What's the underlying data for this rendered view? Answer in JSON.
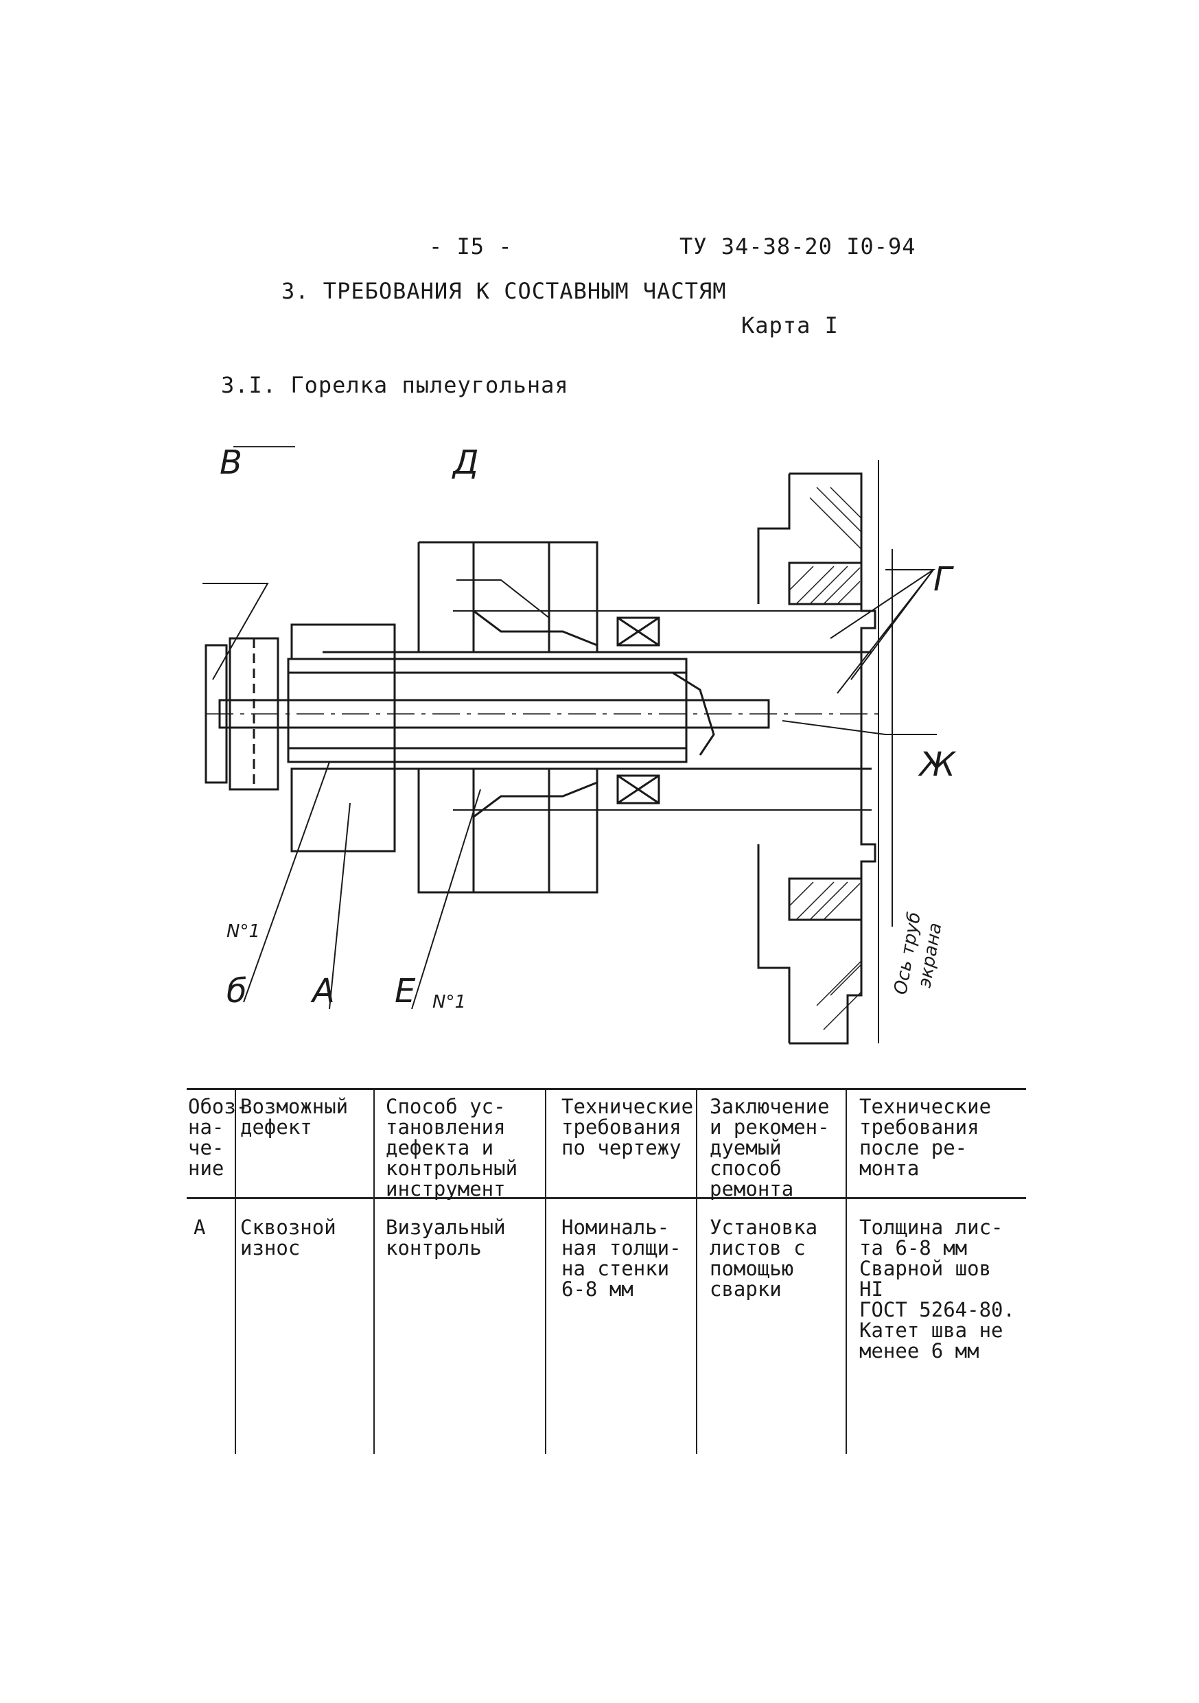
{
  "header": {
    "page_number": "- I5 -",
    "doc_code": "ТУ 34-38-20 І0-94",
    "section_title": "3. ТРЕБОВАНИЯ К СОСТАВНЫМ ЧАСТЯМ",
    "card": "Карта І",
    "subsection": "3.I. Горелка пылеугольная"
  },
  "drawing": {
    "labels": {
      "V": "В",
      "D": "Д",
      "G": "Г",
      "Zh": "Ж",
      "B": "б",
      "A": "А",
      "E": "Е",
      "no1a": "N°1",
      "no1b": "N°1",
      "axis": "Ось труб",
      "axis2": "экрана"
    }
  },
  "table": {
    "headers": [
      "Обоз-\nна-\nче-\nние",
      "Возможный\nдефект",
      "Способ ус-\nтановления\nдефекта и\nконтрольный\nинструмент",
      "Технические\nтребования\nпо чертежу",
      "Заключение\nи рекомен-\nдуемый\nспособ\nремонта",
      "Технические\nтребования\nпосле ре-\nмонта"
    ],
    "rows": [
      [
        "А",
        "Сквозной\nизнос",
        "Визуальный\nконтроль",
        "Номиналь-\nная толщи-\nна стенки\n6-8 мм",
        "Установка\nлистов с\nпомощью\nсварки",
        "Толщина лис-\nта 6-8 мм\nСварной шов\nНІ\nГОСТ 5264-80.\nКатет шва не\nменее 6 мм"
      ]
    ]
  }
}
